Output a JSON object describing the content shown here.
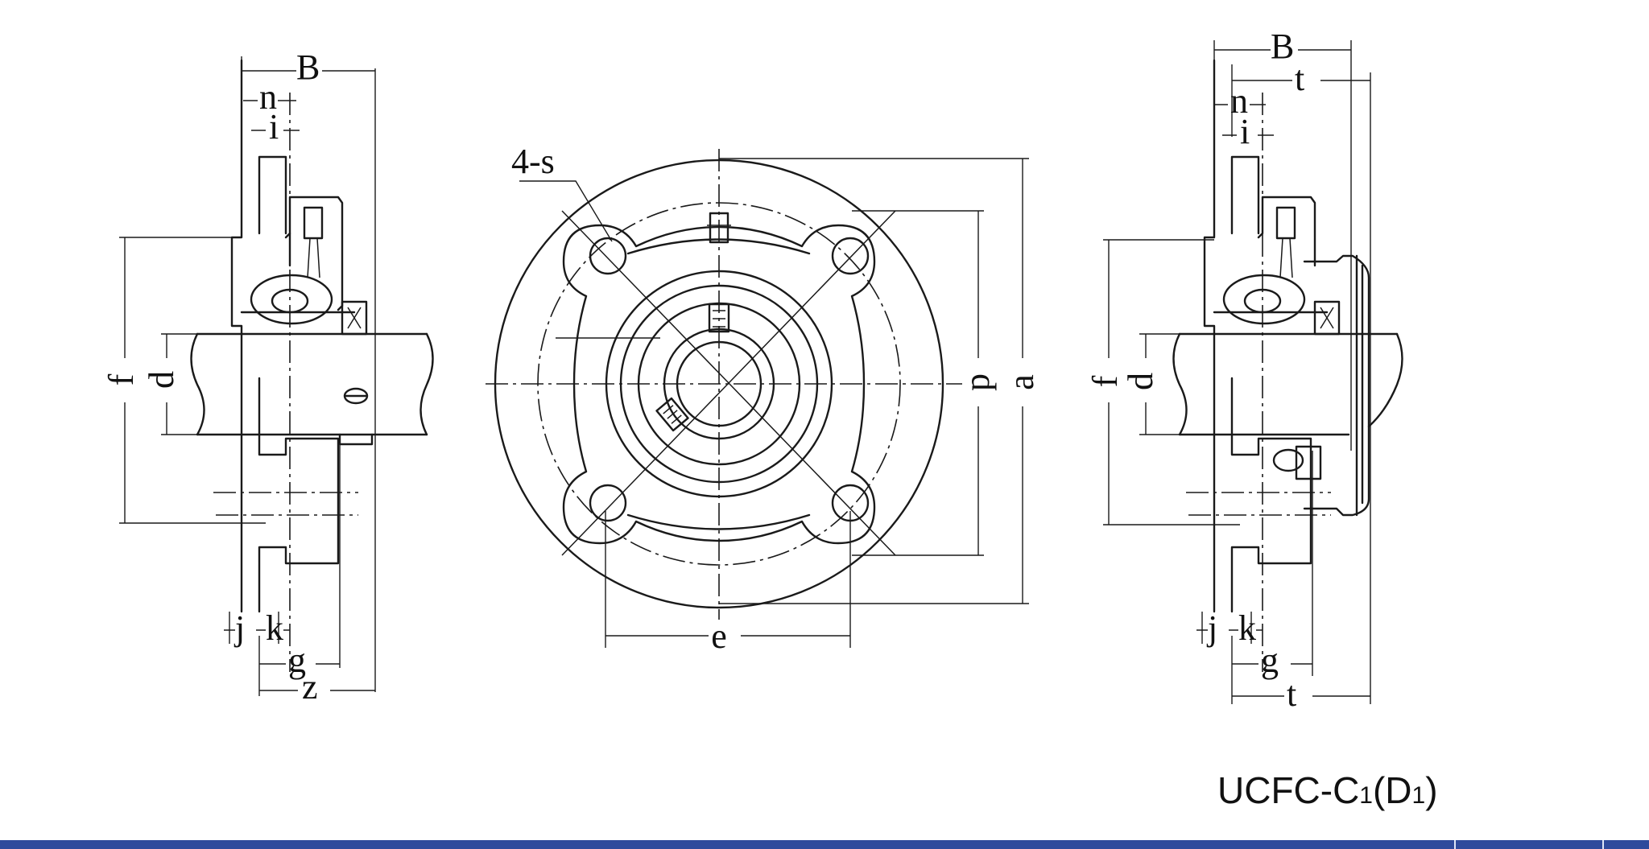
{
  "labels": {
    "B": "B",
    "n": "n",
    "i": "i",
    "f": "f",
    "d": "d",
    "j": "j",
    "k": "k",
    "g": "g",
    "z": "z",
    "s": "4-s",
    "p": "p",
    "a": "a",
    "e": "e",
    "t": "t"
  },
  "model": {
    "base": "UCFC-C",
    "sub1": "1",
    "mid": "(D",
    "sub2": "1",
    "close": ")"
  },
  "colors": {
    "line": "#1a1a1a",
    "bar": "#2f4a9c"
  }
}
